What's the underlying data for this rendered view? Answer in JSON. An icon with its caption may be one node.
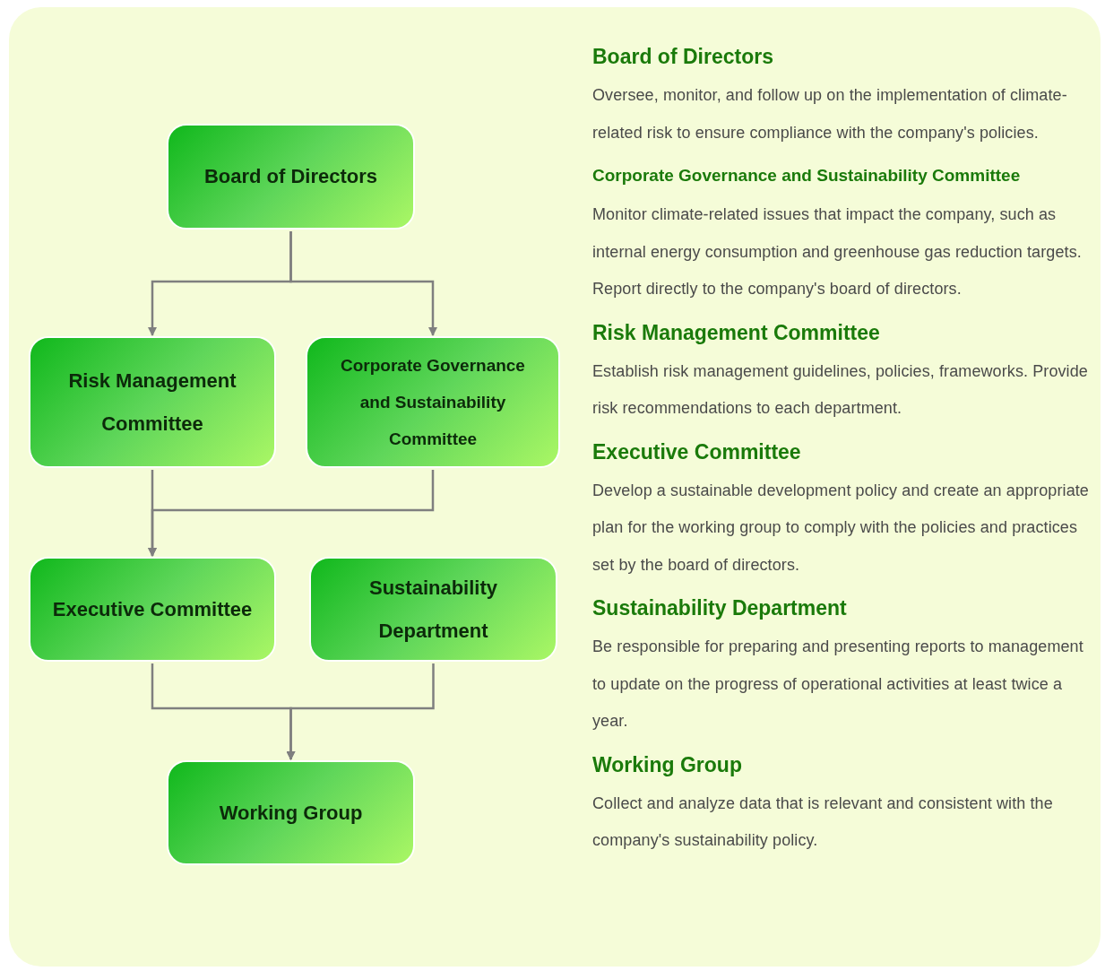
{
  "diagram": {
    "nodes": [
      {
        "text": [
          "Board of Directors"
        ]
      },
      {
        "text": [
          "Risk Management Committee"
        ]
      },
      {
        "text": [
          "Corporate Governance and Sustainability Committee"
        ]
      },
      {
        "text": [
          "Executive Committee"
        ]
      },
      {
        "text": [
          "Sustainability Department"
        ]
      },
      {
        "text": [
          "Working Group"
        ]
      }
    ],
    "edges": [
      {
        "from": 0,
        "to": 1,
        "arrow": "to"
      },
      {
        "from": 0,
        "to": 2,
        "arrow": "to"
      },
      {
        "from": 1,
        "to": 3,
        "arrow": "to"
      },
      {
        "from": 2,
        "to": 3,
        "arrow": "to"
      },
      {
        "from": 3,
        "to": 5,
        "arrow": "to"
      },
      {
        "from": 4,
        "to": 5,
        "arrow": "to"
      }
    ],
    "labels": [
      "Board of Directors",
      "Oversee, monitor, and follow up on the implementation of climate-related risk to ensure compliance with the company's policies.",
      "Corporate Governance and Sustainability Committee",
      "Monitor climate-related issues that impact the company, such as internal energy consumption and greenhouse gas reduction targets. Report directly to the company's board of directors.",
      "Risk Management Committee",
      "Establish risk management guidelines, policies, frameworks. Provide risk recommendations to each department.",
      "Executive Committee",
      "Develop a sustainable development policy and create an appropriate plan for the working group to comply with the policies and practices set by the board of directors.",
      "Sustainability Department",
      "Be responsible for preparing and presenting reports to management to update on the progress of operational activities at least twice a year.",
      "Working Group",
      "Collect and analyze data that is relevant and consistent with the company's sustainability policy."
    ]
  }
}
